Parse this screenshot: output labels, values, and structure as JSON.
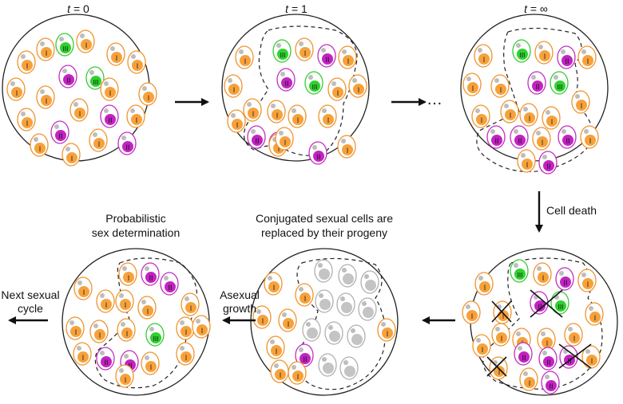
{
  "time_labels": {
    "t0": {
      "var": "t",
      "eq": " = 0"
    },
    "t1": {
      "var": "t",
      "eq": " = 1"
    },
    "tinf": {
      "var": "t",
      "eq": " = ∞"
    }
  },
  "step_labels": {
    "cell_death": "Cell death",
    "replaced_line1": "Conjugated sexual cells are",
    "replaced_line2": "replaced by their progeny",
    "probabilistic_line1": "Probabilistic",
    "probabilistic_line2": "sex determination",
    "asexual_line1": "Asexual",
    "asexual_line2": "growth",
    "next_line1": "Next sexual",
    "next_line2": "cycle",
    "ellipsis": "…"
  },
  "mating_types": {
    "I": {
      "label": "I",
      "outline": "#f0932b",
      "fill": "#f7a13a"
    },
    "II": {
      "label": "II",
      "outline": "#c02fc0",
      "fill": "#c323c3"
    },
    "III": {
      "label": "III",
      "outline": "#33cc33",
      "fill": "#2fd12f"
    },
    "progeny": {
      "label": "",
      "outline": "#b0b0b0",
      "fill": "#c4c4c4"
    }
  },
  "colors": {
    "circle_stroke": "#222222",
    "arrow": "#111111",
    "small_dot": "#bdbdbd",
    "cross": "#111111"
  }
}
